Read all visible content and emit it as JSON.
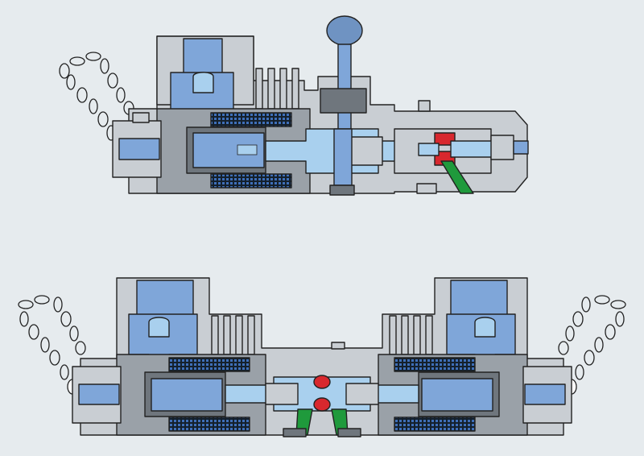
{
  "diagram": {
    "kind": "valve cross-section illustration",
    "views": [
      {
        "id": "top",
        "variant": "single solenoid with manual override"
      },
      {
        "id": "bottom",
        "variant": "double solenoid"
      }
    ],
    "colors": {
      "background": "#e6ebee",
      "body": "#c9ced3",
      "body_dark": "#9aa1a8",
      "armature_blue": "#7fa6d9",
      "spool_blue": "#a9d0ee",
      "coil_blue": "#3f6fb8",
      "coil_dark": "#14202c",
      "solenoid_gray": "#6f767d",
      "green_passage": "#1f9a3c",
      "red_seal": "#d8282e",
      "chain": "#ffffff",
      "outline": "#222222",
      "knob": "#6f93c2"
    },
    "icons": [
      "chain-icon",
      "manual-override-knob-icon"
    ]
  }
}
